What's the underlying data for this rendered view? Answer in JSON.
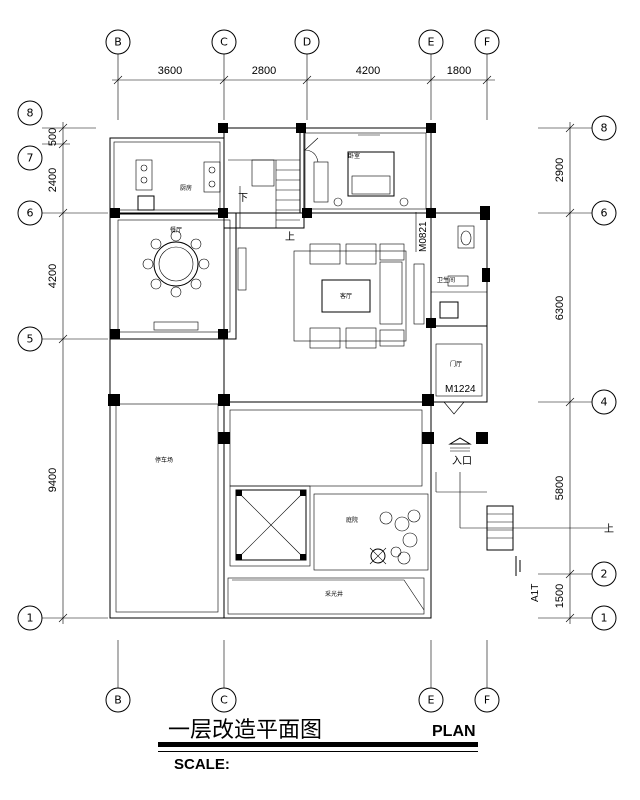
{
  "title": "一层改造平面图",
  "plan_label": "PLAN",
  "scale_label": "SCALE:",
  "grid": {
    "top_axes": [
      "B",
      "C",
      "D",
      "E",
      "F"
    ],
    "bottom_axes": [
      "B",
      "C",
      "E",
      "F"
    ],
    "left_axes": [
      "8",
      "7",
      "6",
      "5",
      "1"
    ],
    "right_axes": [
      "8",
      "6",
      "4",
      "2",
      "1"
    ]
  },
  "dimensions": {
    "top": [
      "3600",
      "2800",
      "4200",
      "1800"
    ],
    "left": [
      "500",
      "2400",
      "4200",
      "9400"
    ],
    "right": [
      "2900",
      "6300",
      "5800",
      "1500"
    ]
  },
  "rooms": {
    "kitchen": "厨房",
    "bedroom": "卧室",
    "living": "客厅",
    "bath": "卫生间",
    "hall": "门厅",
    "dining": "餐厅",
    "parking": "停车场",
    "garden": "庭院",
    "sunroom": "采光井"
  },
  "doors": {
    "m0821": "M0821",
    "m1224": "M1224"
  },
  "labels": {
    "entrance": "入口",
    "down": "下",
    "up": "上",
    "up2": "上",
    "side_note": "A1T"
  }
}
